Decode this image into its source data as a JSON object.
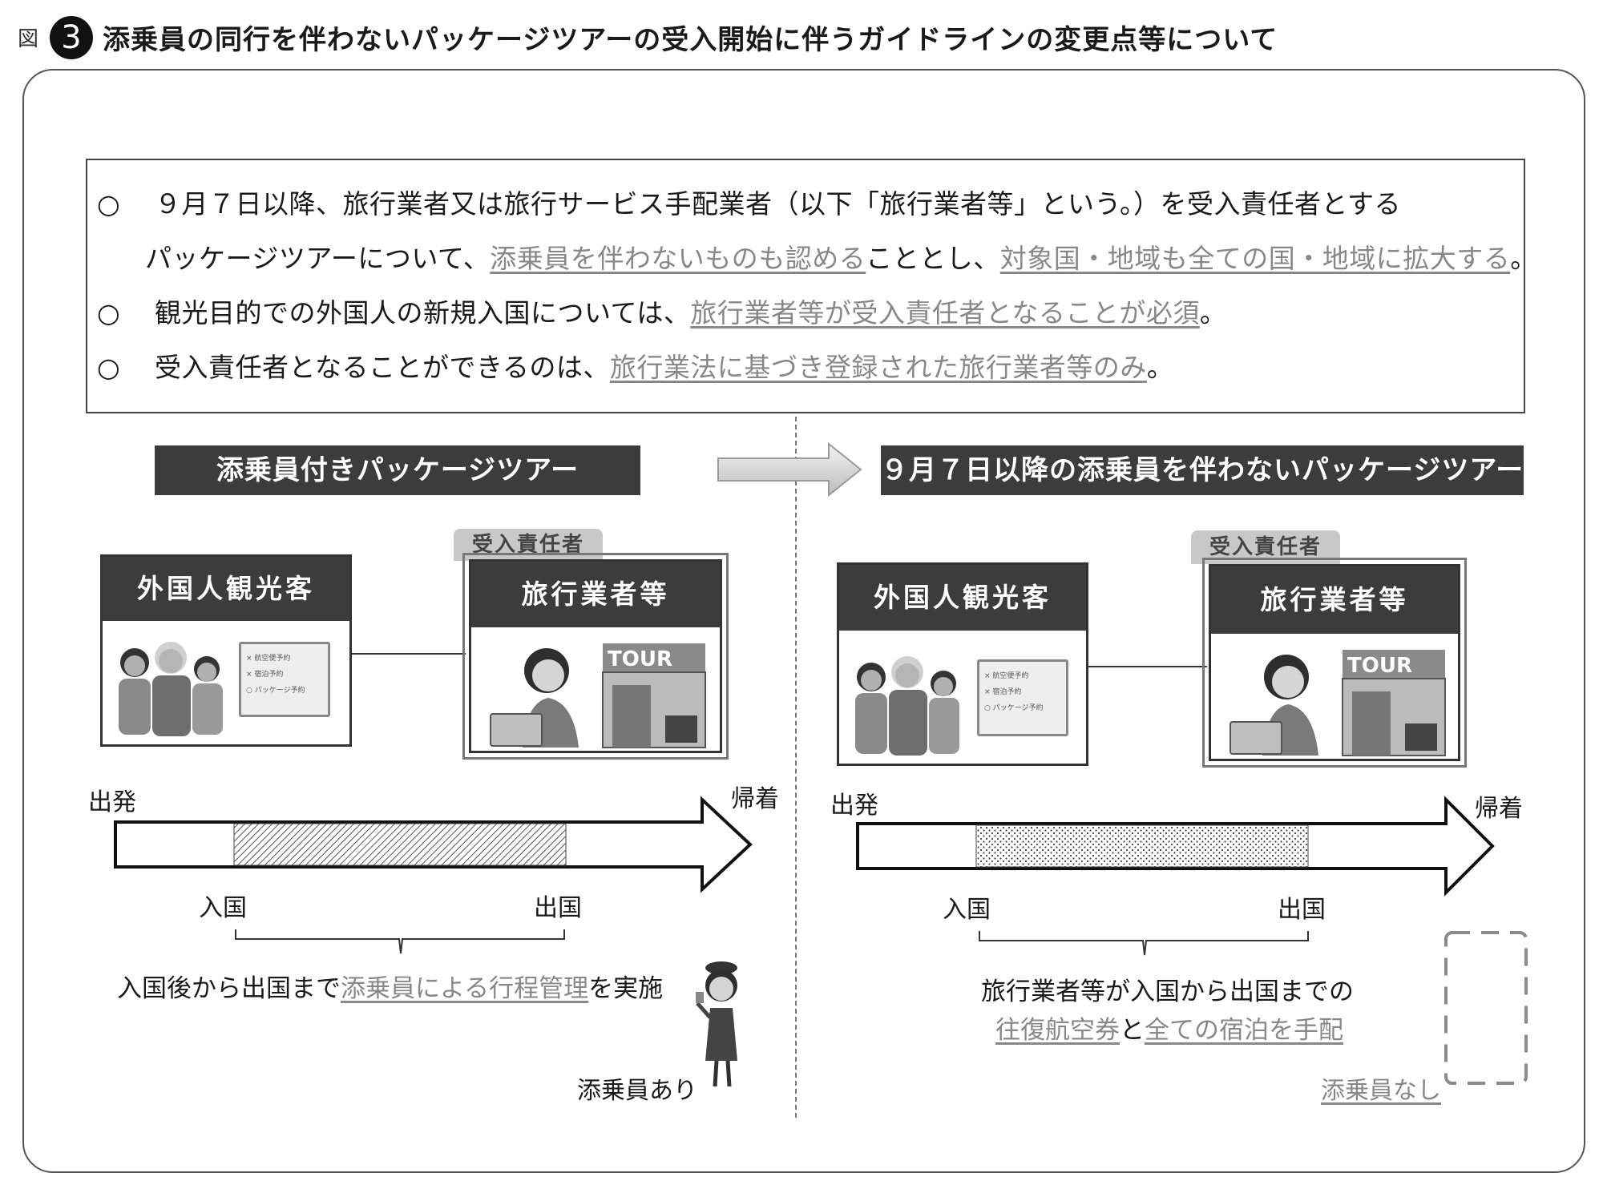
{
  "header": {
    "figure_label": "図",
    "figure_number": "3",
    "title": "添乗員の同行を伴わないパッケージツアーの受入開始に伴うガイドラインの変更点等について"
  },
  "summary": {
    "bullet": "○",
    "item1_line1": "９月７日以降、旅行業者又は旅行サービス手配業者（以下「旅行業者等」という。）を受入責任者とする",
    "item1_line2_a": "パッケージツアーについて、",
    "item1_line2_u1": "添乗員を伴わないものも認める",
    "item1_line2_b": "こととし、",
    "item1_line2_u2": "対象国・地域も全ての国・地域に拡大する",
    "item1_line2_c": "。",
    "item2_a": "観光目的での外国人の新規入国については、",
    "item2_u": "旅行業者等が受入責任者となることが必須",
    "item2_b": "。",
    "item3_a": "受入責任者となることができるのは、",
    "item3_u": "旅行業法に基づき登録された旅行業者等のみ",
    "item3_b": "。"
  },
  "left": {
    "banner": "添乗員付きパッケージツアー",
    "tourists_label": "外国人観光客",
    "agency_label": "旅行業者等",
    "responsible_tag": "受入責任者",
    "form_items": [
      "航空便予約",
      "宿泊予約",
      "パッケージ予約"
    ],
    "form_marks": [
      "×",
      "×",
      "○"
    ],
    "store_sign": "TOUR",
    "depart": "出発",
    "return": "帰着",
    "entry": "入国",
    "exit": "出国",
    "caption_a": "入国後から出国まで",
    "caption_u": "添乗員による行程管理",
    "caption_b": "を実施",
    "conductor_label": "添乗員あり"
  },
  "right": {
    "banner": "９月７日以降の添乗員を伴わないパッケージツアー",
    "tourists_label": "外国人観光客",
    "agency_label": "旅行業者等",
    "responsible_tag": "受入責任者",
    "form_items": [
      "航空便予約",
      "宿泊予約",
      "パッケージ予約"
    ],
    "form_marks": [
      "×",
      "×",
      "○"
    ],
    "store_sign": "TOUR",
    "depart": "出発",
    "return": "帰着",
    "entry": "入国",
    "exit": "出国",
    "caption_line1": "旅行業者等が入国から出国までの",
    "caption_u1": "往復航空券",
    "caption_mid": "と",
    "caption_u2": "全ての宿泊を手配",
    "conductor_label": "添乗員なし"
  }
}
